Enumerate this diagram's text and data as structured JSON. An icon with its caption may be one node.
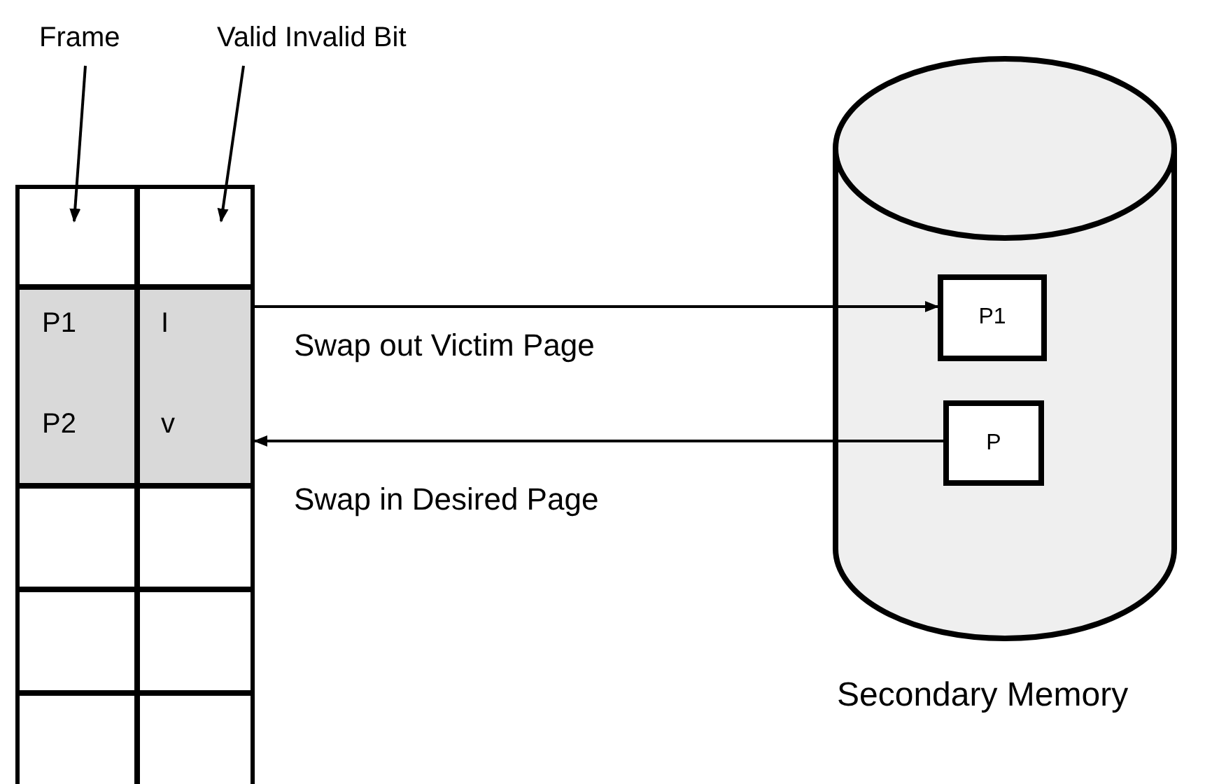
{
  "diagram": {
    "nodes": [
      {
        "text": [
          "Frame"
        ]
      },
      {
        "text": [
          "Valid Invalid Bit"
        ]
      },
      {
        "text": [],
        "shape": "box"
      },
      {
        "text": [],
        "shape": "box"
      },
      {
        "text": [
          "P1",
          "P2"
        ]
      },
      {
        "text": [
          "I",
          "v"
        ]
      },
      {
        "text": [],
        "shape": "box"
      },
      {
        "text": [],
        "shape": "box"
      },
      {
        "text": [],
        "shape": "box"
      },
      {
        "text": [],
        "shape": "box"
      },
      {
        "text": [],
        "shape": "box"
      },
      {
        "text": [],
        "shape": "box"
      },
      {
        "text": [
          "Secondary Memory"
        ]
      },
      {
        "text": [
          "P1"
        ],
        "in": 12
      },
      {
        "text": [
          "P"
        ],
        "in": 12
      }
    ],
    "edges": [
      {
        "from": 0,
        "to": 2,
        "arrow": "to"
      },
      {
        "from": 1,
        "to": 3,
        "arrow": "to"
      },
      {
        "from": 5,
        "to": 13,
        "arrow": "to",
        "label": "Swap out Victim Page"
      },
      {
        "from": 14,
        "to": 5,
        "arrow": "to",
        "label": "Swap in Desired Page"
      }
    ]
  }
}
